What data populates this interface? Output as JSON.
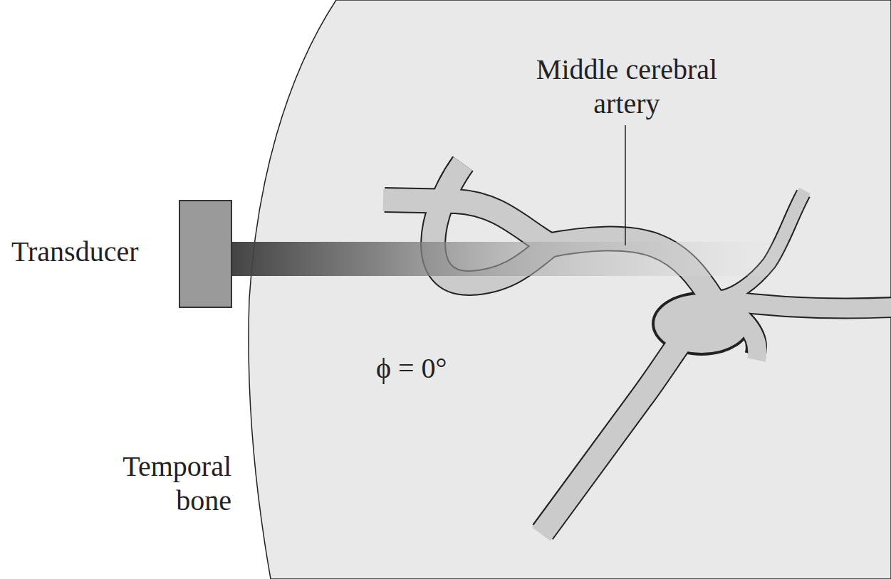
{
  "diagram": {
    "labels": [
      "Transducer",
      "Middle cerebral artery",
      "ϕ = 0°",
      "Temporal bone"
    ]
  }
}
